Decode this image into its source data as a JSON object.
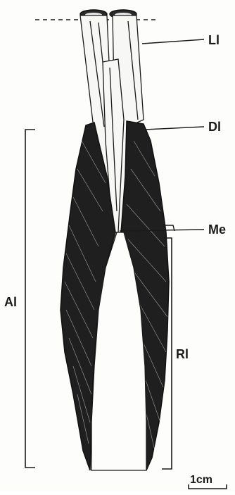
{
  "labels": {
    "li": "Ll",
    "dl": "Dl",
    "me": "Me",
    "al": "Al",
    "rl": "Rl",
    "scale": "1cm"
  },
  "colors": {
    "ink": "#1a1a1a",
    "paper": "#fdfdfc"
  }
}
